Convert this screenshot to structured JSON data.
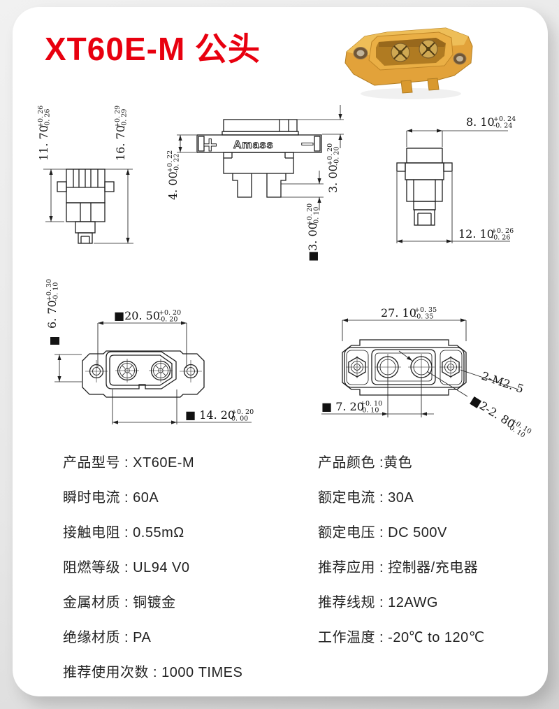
{
  "page": {
    "title": "XT60E-M 公头"
  },
  "colors": {
    "title_red": "#e8000f",
    "connector_yellow": "#e2a23a",
    "card_background": "#ffffff",
    "drawing_line": "#1e1e1e"
  },
  "drawings": {
    "side_left": {
      "d1": {
        "v": "11. 70",
        "p": "+0. 26",
        "m": "-0. 26"
      },
      "d2": {
        "v": "16. 70",
        "p": "+0. 29",
        "m": "-0. 29"
      }
    },
    "front_top": {
      "logo": "Amass",
      "plus": "+",
      "minus": "−",
      "d_flange": {
        "v": "4. 00",
        "p": "+0. 22",
        "m": "-0. 22"
      },
      "d_cap": {
        "v": "3. 00",
        "p": "+0. 20",
        "m": "-0. 20"
      },
      "d_leg": {
        "v": "■3. 00",
        "p": "+0. 20",
        "m": "-0. 10"
      }
    },
    "side_right": {
      "d_top": {
        "v": "8. 10",
        "p": "+0. 24",
        "m": "-0. 24"
      },
      "d_bottom": {
        "v": "12. 10",
        "p": "+0. 26",
        "m": "-0. 26"
      }
    },
    "face_front": {
      "d_span": {
        "v": "■20. 50",
        "p": "+0. 20",
        "m": "-0. 20"
      },
      "d_height": {
        "v": "6. 70",
        "p": "+0. 30",
        "m": "-0. 10"
      },
      "d_width": {
        "v": "■ 14. 20",
        "p": "+0. 20",
        "m": "0. 00"
      }
    },
    "face_rear": {
      "d_total": {
        "v": "27. 10",
        "p": "+0. 35",
        "m": "-0. 35"
      },
      "d_pitch": {
        "v": "■ 7. 20",
        "p": "+0. 10",
        "m": "-0. 10"
      },
      "thread": "2-M2. 5",
      "d_dia": {
        "v": "■2-2. 80",
        "p": "+0. 10",
        "m": "-0. 10"
      }
    }
  },
  "specs": {
    "left": [
      "产品型号 : XT60E-M",
      "瞬时电流 : 60A",
      "接触电阻 : 0.55mΩ",
      "阻燃等级 : UL94 V0",
      "金属材质 : 铜镀金",
      "绝缘材质 : PA",
      "推荐使用次数 : 1000 TIMES"
    ],
    "right": [
      "产品颜色 :黄色",
      "额定电流 : 30A",
      "额定电压 : DC 500V",
      "推荐应用 : 控制器/充电器",
      "推荐线规 : 12AWG",
      "工作温度 : -20℃ to 120℃"
    ]
  }
}
